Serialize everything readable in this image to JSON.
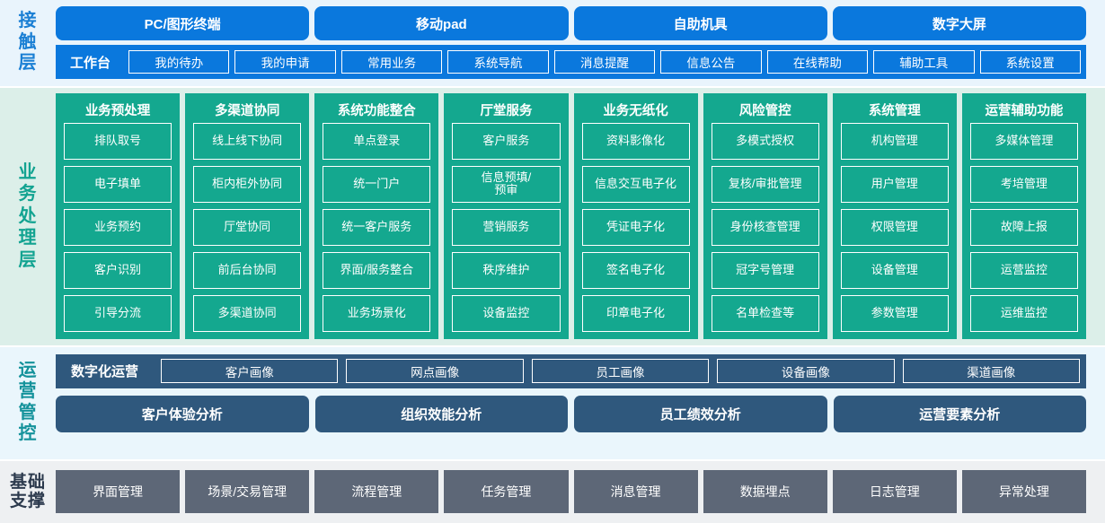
{
  "colors": {
    "contact_bg": "#e9f4fc",
    "contact_accent": "#0a78dd",
    "business_bg": "#dcefe9",
    "business_accent": "#14a88f",
    "ops_bg": "#eaf6fc",
    "ops_accent": "#2f587d",
    "base_bg": "#eef0f2",
    "base_accent": "#5d6777"
  },
  "contact": {
    "label": "接触层",
    "label_chars": [
      "接",
      "触",
      "层"
    ],
    "channels": [
      "PC/图形终端",
      "移动pad",
      "自助机具",
      "数字大屏"
    ],
    "workbench_label": "工作台",
    "menu": [
      "我的待办",
      "我的申请",
      "常用业务",
      "系统导航",
      "消息提醒",
      "信息公告",
      "在线帮助",
      "辅助工具",
      "系统设置"
    ]
  },
  "business": {
    "label": "业务处理层",
    "label_chars": [
      "业",
      "务",
      "处",
      "理",
      "层"
    ],
    "columns": [
      {
        "title": "业务预处理",
        "items": [
          "排队取号",
          "电子填单",
          "业务预约",
          "客户识别",
          "引导分流"
        ]
      },
      {
        "title": "多渠道协同",
        "items": [
          "线上线下协同",
          "柜内柜外协同",
          "厅堂协同",
          "前后台协同",
          "多渠道协同"
        ]
      },
      {
        "title": "系统功能整合",
        "items": [
          "单点登录",
          "统一门户",
          "统一客户服务",
          "界面/服务整合",
          "业务场景化"
        ]
      },
      {
        "title": "厅堂服务",
        "items": [
          "客户服务",
          "信息预填/\n预审",
          "营销服务",
          "秩序维护",
          "设备监控"
        ]
      },
      {
        "title": "业务无纸化",
        "items": [
          "资料影像化",
          "信息交互电子化",
          "凭证电子化",
          "签名电子化",
          "印章电子化"
        ]
      },
      {
        "title": "风险管控",
        "items": [
          "多模式授权",
          "复核/审批管理",
          "身份核查管理",
          "冠字号管理",
          "名单检查等"
        ]
      },
      {
        "title": "系统管理",
        "items": [
          "机构管理",
          "用户管理",
          "权限管理",
          "设备管理",
          "参数管理"
        ]
      },
      {
        "title": "运营辅助功能",
        "items": [
          "多媒体管理",
          "考培管理",
          "故障上报",
          "运营监控",
          "运维监控"
        ]
      }
    ]
  },
  "ops": {
    "label": "运营管控",
    "label_chars": [
      "运",
      "营",
      "管",
      "控"
    ],
    "digital_title": "数字化运营",
    "portraits": [
      "客户画像",
      "网点画像",
      "员工画像",
      "设备画像",
      "渠道画像"
    ],
    "analysis": [
      "客户体验分析",
      "组织效能分析",
      "员工绩效分析",
      "运营要素分析"
    ]
  },
  "base": {
    "label": "基础支撑",
    "label_lines": [
      "基础",
      "支撑"
    ],
    "items": [
      "界面管理",
      "场景/交易管理",
      "流程管理",
      "任务管理",
      "消息管理",
      "数据埋点",
      "日志管理",
      "异常处理"
    ]
  }
}
